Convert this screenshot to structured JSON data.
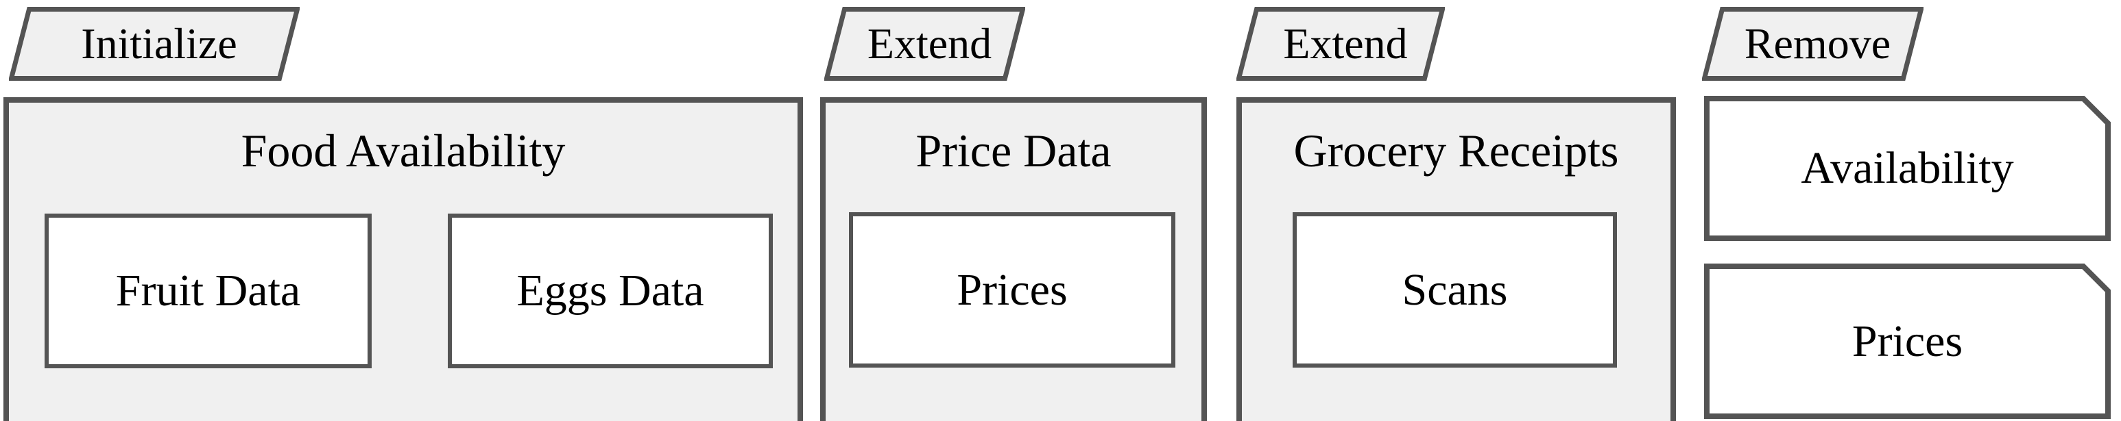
{
  "diagram": {
    "tabs": [
      {
        "label": "Initialize"
      },
      {
        "label": "Extend"
      },
      {
        "label": "Extend"
      },
      {
        "label": "Remove"
      }
    ],
    "packages": [
      {
        "title": "Food Availability",
        "items": [
          "Fruit Data",
          "Eggs Data"
        ]
      },
      {
        "title": "Price Data",
        "items": [
          "Prices"
        ]
      },
      {
        "title": "Grocery Receipts",
        "items": [
          "Scans"
        ]
      }
    ],
    "cards": [
      {
        "label": "Availability"
      },
      {
        "label": "Prices"
      }
    ],
    "colors": {
      "package_fill": "#f0f0f0",
      "inner_fill": "#ffffff",
      "border": "#545454",
      "text": "#000000",
      "background": "#ffffff"
    }
  }
}
